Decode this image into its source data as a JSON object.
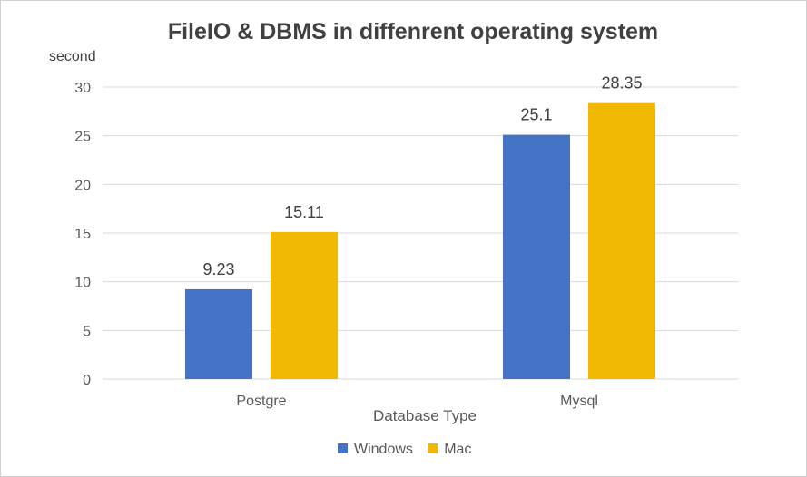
{
  "chart_data": {
    "type": "bar",
    "title": "FileIO & DBMS in diffenrent operating system",
    "ylabel": "second",
    "xlabel": "Database Type",
    "categories": [
      "Postgre",
      "Mysql"
    ],
    "series": [
      {
        "name": "Windows",
        "values": [
          9.23,
          25.1
        ],
        "color": "#4472c4"
      },
      {
        "name": "Mac",
        "values": [
          15.11,
          28.35
        ],
        "color": "#f0b800"
      }
    ],
    "ylim": [
      0,
      30
    ],
    "yticks": [
      0,
      5,
      10,
      15,
      20,
      25,
      30
    ],
    "data_labels": [
      [
        "9.23",
        "25.1"
      ],
      [
        "15.11",
        "28.35"
      ]
    ],
    "grid": true,
    "legend_position": "bottom"
  }
}
